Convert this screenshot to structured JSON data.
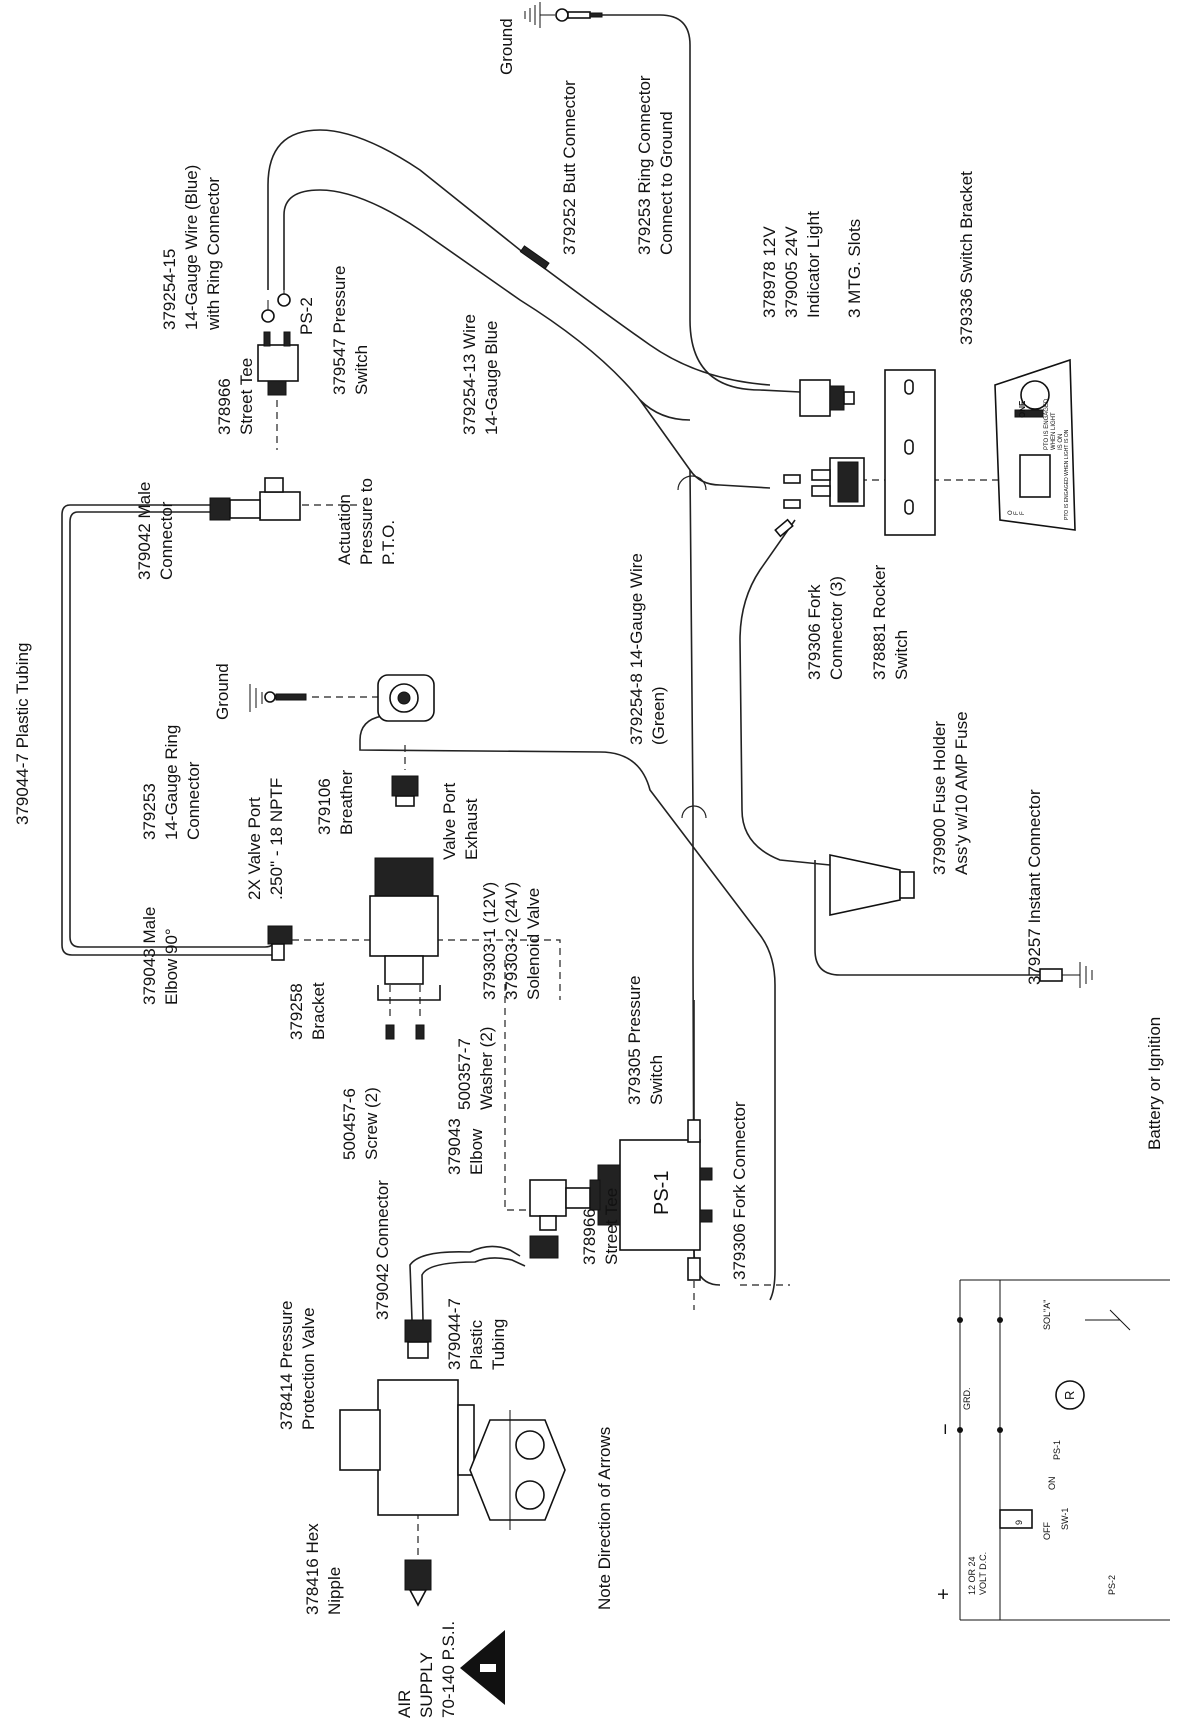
{
  "labels": {
    "ground_top": "Ground",
    "ring_connector_ground_1": "379253 Ring Connector",
    "ring_connector_ground_2": "Connect to Ground",
    "butt_connector": "379252 Butt Connector",
    "wire_blue_1": "379254-15",
    "wire_blue_2": "14-Gauge Wire (Blue)",
    "wire_blue_3": "with Ring Connector",
    "ps2": "PS-2",
    "pressure_switch_379547_1": "379547 Pressure",
    "pressure_switch_379547_2": "Switch",
    "street_tee_top_1": "378966",
    "street_tee_top_2": "Street Tee",
    "wire_13_1": "379254-13 Wire",
    "wire_13_2": "14-Gauge Blue",
    "indicator_1": "378978 12V",
    "indicator_2": "379005 24V",
    "indicator_3": "Indicator Light",
    "mtg_slots": "3 MTG. Slots",
    "switch_bracket": "379336 Switch Bracket",
    "actuation_1": "Actuation",
    "actuation_2": "Pressure to",
    "actuation_3": "P.T.O.",
    "male_connector_1": "379042 Male",
    "male_connector_2": "Connector",
    "plastic_tubing": "379044-7 Plastic Tubing",
    "wire_8_1": "379254-8 14-Gauge Wire",
    "wire_8_2": "(Green)",
    "fork_connector_3_1": "379306 Fork",
    "fork_connector_3_2": "Connector (3)",
    "rocker_1": "378881 Rocker",
    "rocker_2": "Switch",
    "ground_mid": "Ground",
    "ring_14_1": "379253",
    "ring_14_2": "14-Gauge Ring",
    "ring_14_3": "Connector",
    "breather_1": "379106",
    "breather_2": "Breather",
    "valve_exhaust_1": "Valve Port",
    "valve_exhaust_2": "Exhaust",
    "valve_port_1": "2X Valve Port",
    "valve_port_2": ".250\" - 18 NPTF",
    "fuse_1": "379900 Fuse Holder",
    "fuse_2": "Ass'y w/10 AMP Fuse",
    "solenoid_1": "379303-1 (12V)",
    "solenoid_2": "379303-2 (24V)",
    "solenoid_3": "Solenoid Valve",
    "elbow90_1": "379043 Male",
    "elbow90_2": "Elbow 90°",
    "bracket_1": "379258",
    "bracket_2": "Bracket",
    "washer_1": "500357-7",
    "washer_2": "Washer (2)",
    "instant_connector": "379257 Instant Connector",
    "screw_1": "500457-6",
    "screw_2": "Screw (2)",
    "ps305_1": "379305 Pressure",
    "ps305_2": "Switch",
    "battery": "Battery or Ignition",
    "ps1": "PS-1",
    "elbow_1": "379043",
    "elbow_2": "Elbow",
    "fork_connector_1": "379306 Fork Connector",
    "street_tee_bot_1": "378966",
    "street_tee_bot_2": "Street Tee",
    "pressure_valve_1": "378414 Pressure",
    "pressure_valve_2": "Protection Valve",
    "connector_379042": "379042 Connector",
    "tubing_bot_1": "379044-7",
    "tubing_bot_2": "Plastic",
    "tubing_bot_3": "Tubing",
    "hex_1": "378416 Hex",
    "hex_2": "Nipple",
    "note_arrows": "Note Direction of Arrows",
    "air_1": "AIR",
    "air_2": "SUPPLY",
    "air_3": "70-140 P.S.I."
  },
  "schematic": {
    "plus": "+",
    "minus": "−",
    "volt_1": "12 OR 24",
    "volt_2": "VOLT D.C.",
    "grd": "GRD.",
    "fuse": "9",
    "off": "OFF",
    "on": "ON",
    "sw1": "SW-1",
    "ps1": "PS-1",
    "ps2": "PS-2",
    "sola": "SOL\"A\"",
    "relay": "R"
  },
  "bracket_plate": {
    "brand": "ONE",
    "lines": [
      "PTO IS ENGAGED",
      "WHEN LIGHT",
      "IS ON"
    ],
    "letters": [
      "O",
      "F",
      "F"
    ],
    "caption": "PTO IS ENGAGED WHEN LIGHT IS ON"
  }
}
